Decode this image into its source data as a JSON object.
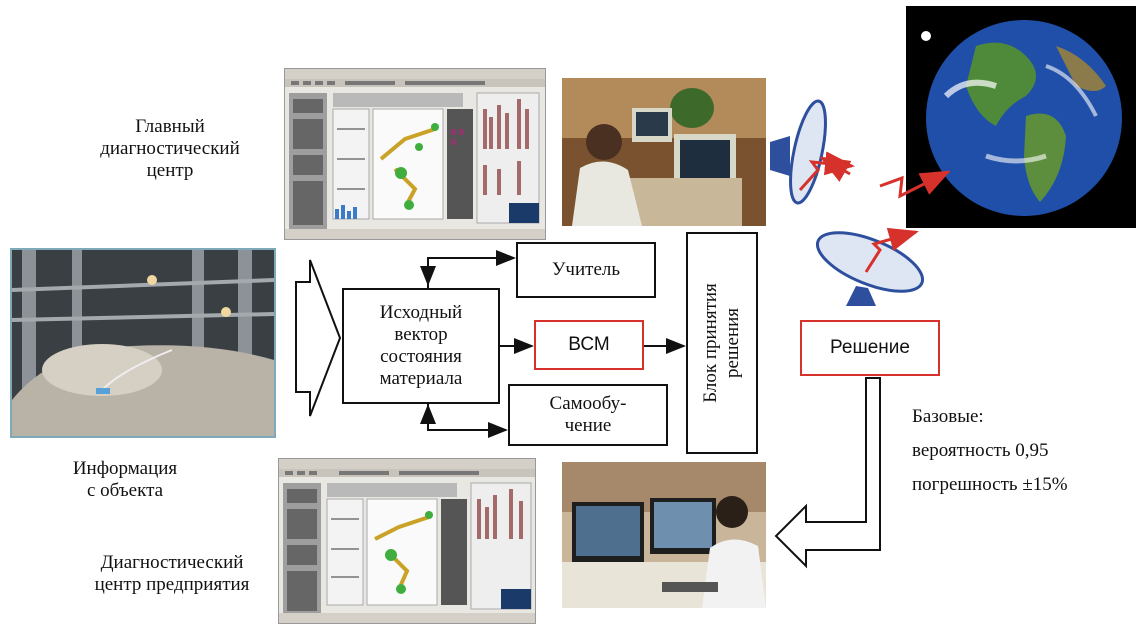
{
  "labels": {
    "main_center": "Главный\nдиагностический\nцентр",
    "object_info": "Информация\nс объекта",
    "enterprise_center": "Диагностический\nцентр предприятия",
    "base_title": "Базовые:",
    "base_probability": "вероятность 0,95",
    "base_error": "погрешность ±15%"
  },
  "boxes": {
    "source_vector": "Исходный\nвектор\nсостояния\nматериала",
    "teacher": "Учитель",
    "vsm": "ВСМ",
    "self_learning": "Самообу-\nчение",
    "decision_block": "Блок принятия\nрешения",
    "decision": "Решение"
  },
  "colors": {
    "red": "#d6312b",
    "black": "#111111",
    "dish_blue": "#2e4f9e",
    "earth_ocean": "#1f4fa8",
    "earth_land": "#4f8a3a"
  }
}
